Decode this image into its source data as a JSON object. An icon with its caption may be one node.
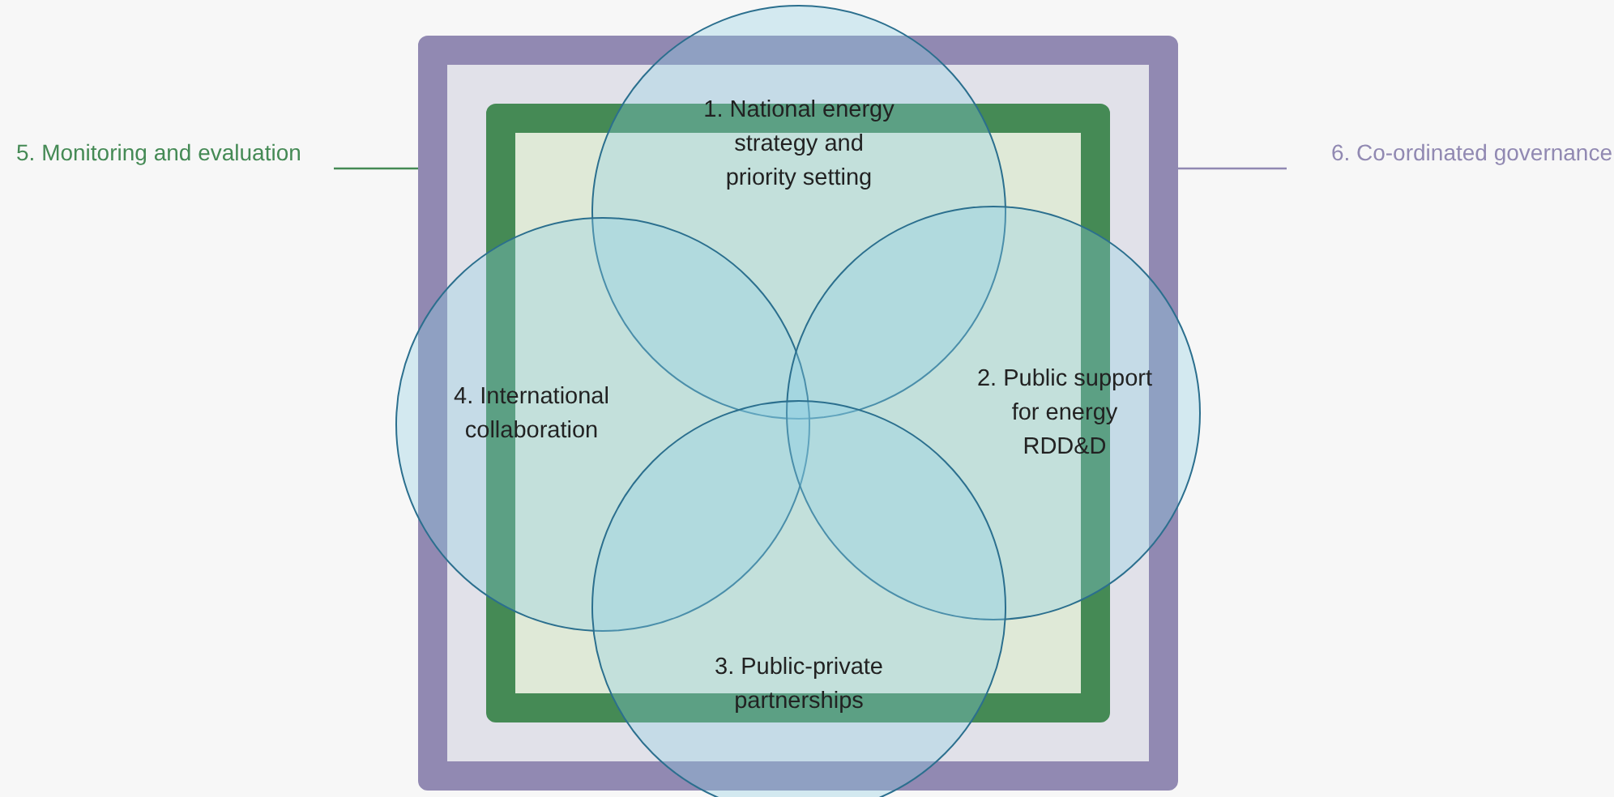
{
  "diagram": {
    "nodes": [
      {
        "text": [],
        "shape": "box"
      },
      {
        "text": [],
        "shape": "box",
        "in": 0
      },
      {
        "text": [
          "1. National energy strategy and priority setting"
        ]
      },
      {
        "text": [
          "5. Monitoring and evaluation"
        ]
      },
      {
        "text": [
          "6. Co-ordinated governance"
        ]
      },
      {
        "text": [
          "4. International collaboration"
        ]
      },
      {
        "text": [
          "2. Public support for energy RDD&D"
        ]
      },
      {
        "text": [
          "3. Public-private partnerships"
        ]
      }
    ],
    "edges": [
      {
        "from": 3,
        "to": 1,
        "arrow": "none",
        "color": "#458a55"
      },
      {
        "from": 4,
        "to": 0,
        "arrow": "none",
        "color": "#9189b2"
      }
    ]
  }
}
